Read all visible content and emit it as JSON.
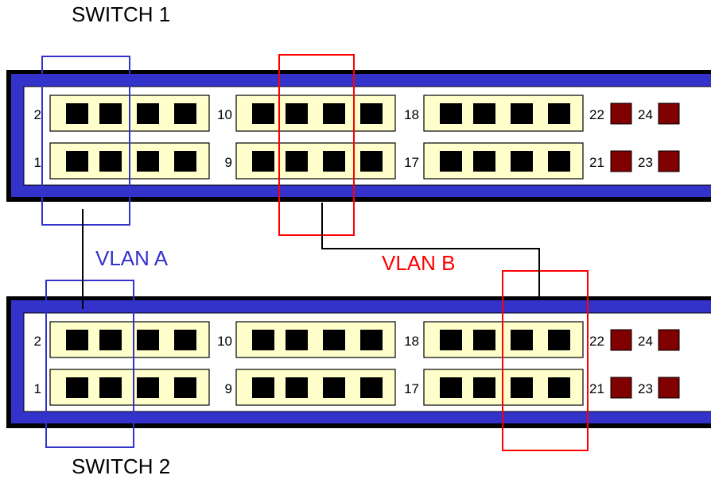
{
  "switches": [
    {
      "name": "SWITCH 1",
      "port_labels": {
        "top": [
          "2",
          "10",
          "18",
          "22",
          "24"
        ],
        "bottom": [
          "1",
          "9",
          "17",
          "21",
          "23"
        ]
      }
    },
    {
      "name": "SWITCH 2",
      "port_labels": {
        "top": [
          "2",
          "10",
          "18",
          "22",
          "24"
        ],
        "bottom": [
          "1",
          "9",
          "17",
          "21",
          "23"
        ]
      }
    }
  ],
  "vlans": [
    {
      "label": "VLAN A",
      "color": "#3333cc"
    },
    {
      "label": "VLAN B",
      "color": "#ff0000"
    }
  ],
  "colors": {
    "chassis_outer": "#000000",
    "chassis_frame": "#3333cc",
    "chassis_face": "#ffffff",
    "port_group": "#ffffcc",
    "port": "#000000",
    "uplink_port": "#800000",
    "link": "#000000"
  }
}
